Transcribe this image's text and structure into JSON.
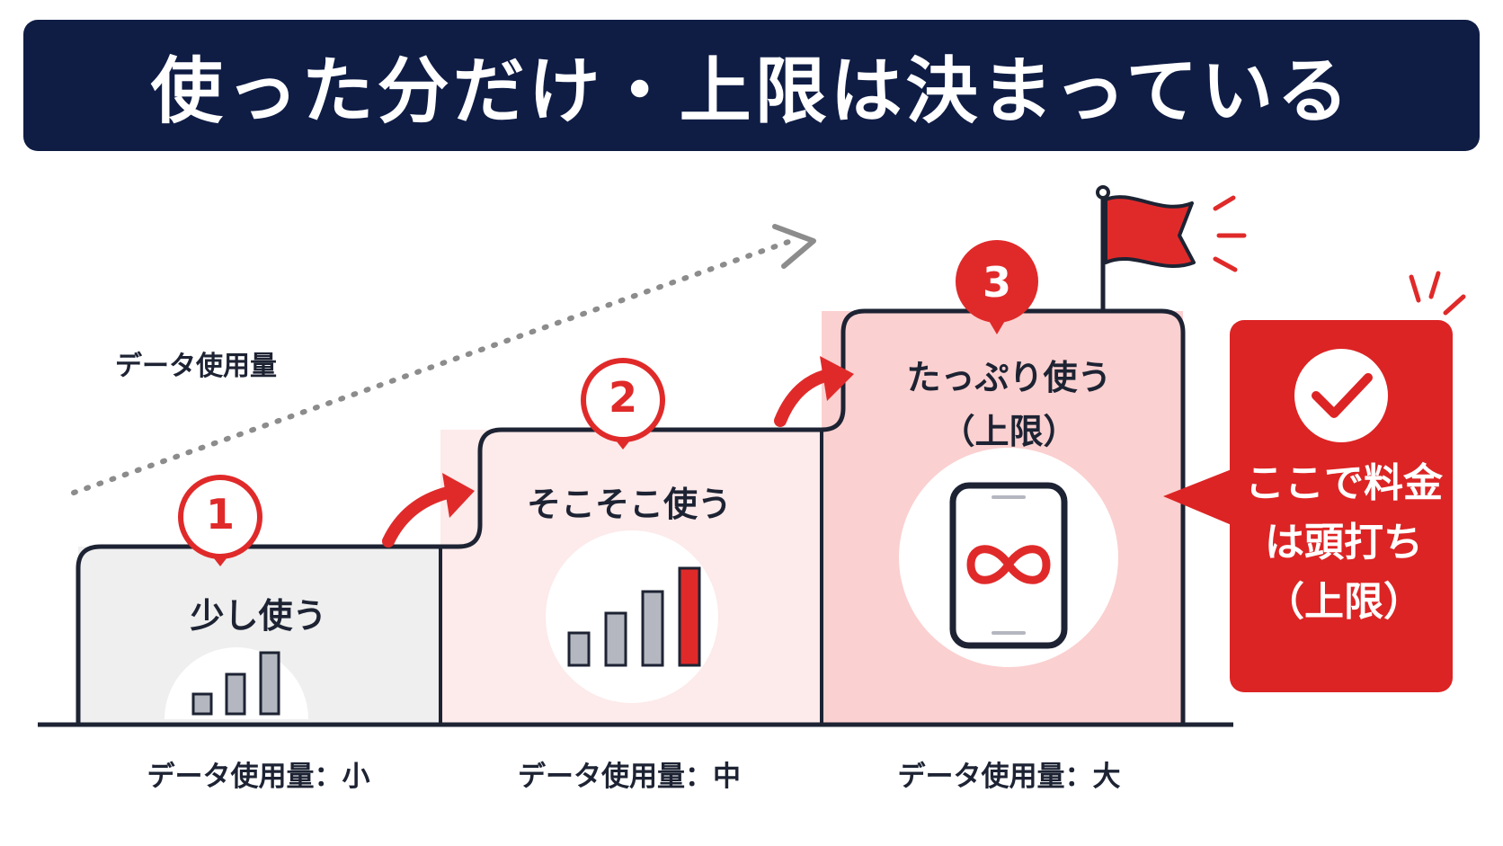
{
  "title": "使った分だけ・上限は決まっている",
  "axis_label": "データ使用量",
  "steps": [
    {
      "number": "1",
      "title": "少し使う",
      "bottom_label": "データ使用量：小"
    },
    {
      "number": "2",
      "title": "そこそこ使う",
      "bottom_label": "データ使用量：中"
    },
    {
      "number": "3",
      "title": "たっぷり使う\n（上限）",
      "bottom_label": "データ使用量：大"
    }
  ],
  "callout": {
    "text": "ここで料金は頭打ち（上限）",
    "icon": "check-icon"
  },
  "icons": {
    "step1": "signal-bars-low-icon",
    "step2": "signal-bars-high-icon",
    "step3": "smartphone-infinity-icon",
    "top": "flag-icon"
  },
  "colors": {
    "navy": "#0f1d45",
    "red": "#e02a2a",
    "step1_fill": "#efefef",
    "step2_fill": "#fdeaea",
    "step3_fill": "#fbd0d0",
    "gray_bar": "#b4b7bf"
  }
}
